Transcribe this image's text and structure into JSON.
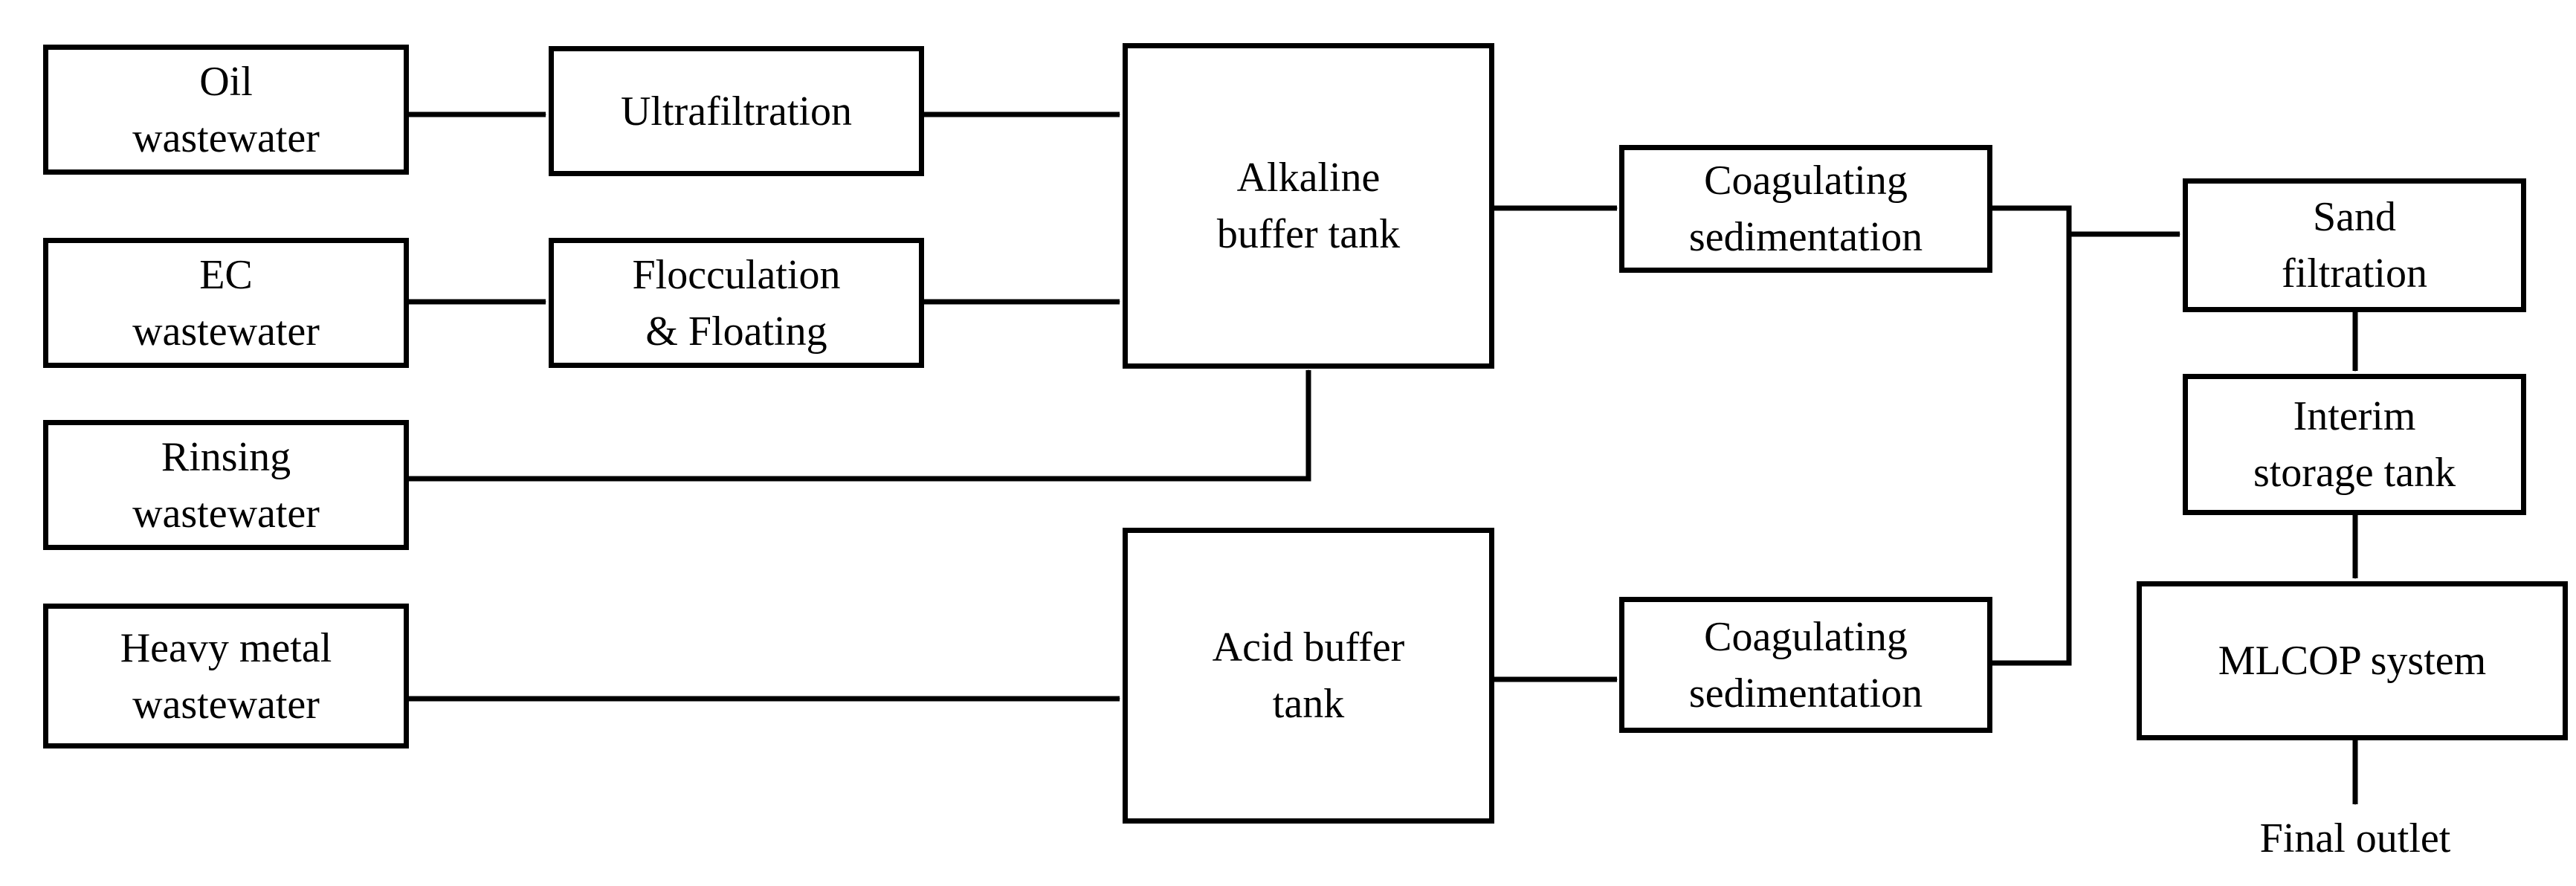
{
  "diagram": {
    "nodes": {
      "oil_wastewater": [
        "Oil",
        "wastewater"
      ],
      "ec_wastewater": [
        "EC",
        "wastewater"
      ],
      "rinsing_wastewater": [
        "Rinsing",
        "wastewater"
      ],
      "heavy_metal_wastewater": [
        "Heavy metal",
        "wastewater"
      ],
      "ultrafiltration": [
        "Ultrafiltration"
      ],
      "flocculation_floating": [
        "Flocculation",
        "& Floating"
      ],
      "alkaline_buffer_tank": [
        "Alkaline",
        "buffer tank"
      ],
      "acid_buffer_tank": [
        "Acid buffer",
        "tank"
      ],
      "coagulating_sedimentation_1": [
        "Coagulating",
        "sedimentation"
      ],
      "coagulating_sedimentation_2": [
        "Coagulating",
        "sedimentation"
      ],
      "sand_filtration": [
        "Sand",
        "filtration"
      ],
      "interim_storage_tank": [
        "Interim",
        "storage tank"
      ],
      "mlcop_system": [
        "MLCOP system"
      ]
    },
    "final_outlet": "Final outlet",
    "edges": [
      {
        "from": "oil_wastewater",
        "to": "ultrafiltration"
      },
      {
        "from": "ultrafiltration",
        "to": "alkaline_buffer_tank"
      },
      {
        "from": "ec_wastewater",
        "to": "flocculation_floating"
      },
      {
        "from": "flocculation_floating",
        "to": "alkaline_buffer_tank"
      },
      {
        "from": "rinsing_wastewater",
        "to": "alkaline_buffer_tank"
      },
      {
        "from": "heavy_metal_wastewater",
        "to": "acid_buffer_tank"
      },
      {
        "from": "alkaline_buffer_tank",
        "to": "coagulating_sedimentation_1"
      },
      {
        "from": "acid_buffer_tank",
        "to": "coagulating_sedimentation_2"
      },
      {
        "from": "coagulating_sedimentation_1",
        "to": "sand_filtration"
      },
      {
        "from": "coagulating_sedimentation_2",
        "to": "sand_filtration"
      },
      {
        "from": "sand_filtration",
        "to": "interim_storage_tank"
      },
      {
        "from": "interim_storage_tank",
        "to": "mlcop_system"
      },
      {
        "from": "mlcop_system",
        "to": "final_outlet"
      }
    ]
  }
}
